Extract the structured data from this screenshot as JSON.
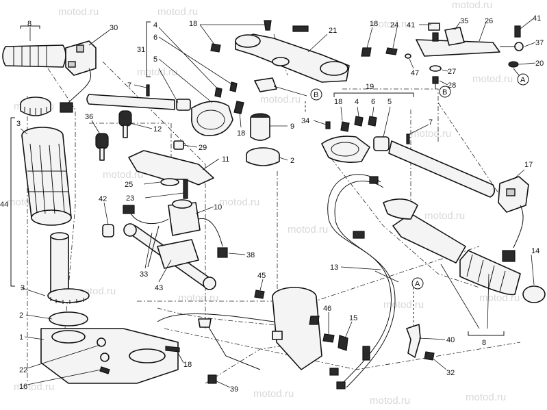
{
  "watermark": "motod.ru",
  "callouts": {
    "c1": "1",
    "c2a": "2",
    "c2b": "2",
    "c3a": "3",
    "c3b": "3",
    "c4a": "4",
    "c4b": "4",
    "c5a": "5",
    "c5b": "5",
    "c6a": "6",
    "c6b": "6",
    "c7a": "7",
    "c7b": "7",
    "c8a": "8",
    "c8b": "8",
    "c9": "9",
    "c10": "10",
    "c11": "11",
    "c12": "12",
    "c13": "13",
    "c14": "14",
    "c15": "15",
    "c16": "16",
    "c17": "17",
    "c18a": "18",
    "c18b": "18",
    "c18c": "18",
    "c18d": "18",
    "c18e": "18",
    "c19": "19",
    "c20": "20",
    "c21": "21",
    "c22": "22",
    "c23": "23",
    "c24": "24",
    "c25": "25",
    "c26": "26",
    "c27": "27",
    "c28": "28",
    "c29": "29",
    "c30": "30",
    "c31": "31",
    "c32": "32",
    "c33": "33",
    "c34": "34",
    "c35": "35",
    "c36": "36",
    "c37": "37",
    "c38": "38",
    "c39": "39",
    "c40": "40",
    "c41a": "41",
    "c41b": "41",
    "c42": "42",
    "c43": "43",
    "c44": "44",
    "c45": "45",
    "c46": "46",
    "c47": "47"
  },
  "markers": {
    "a1": "A",
    "a2": "A",
    "b1": "B",
    "b2": "B"
  }
}
